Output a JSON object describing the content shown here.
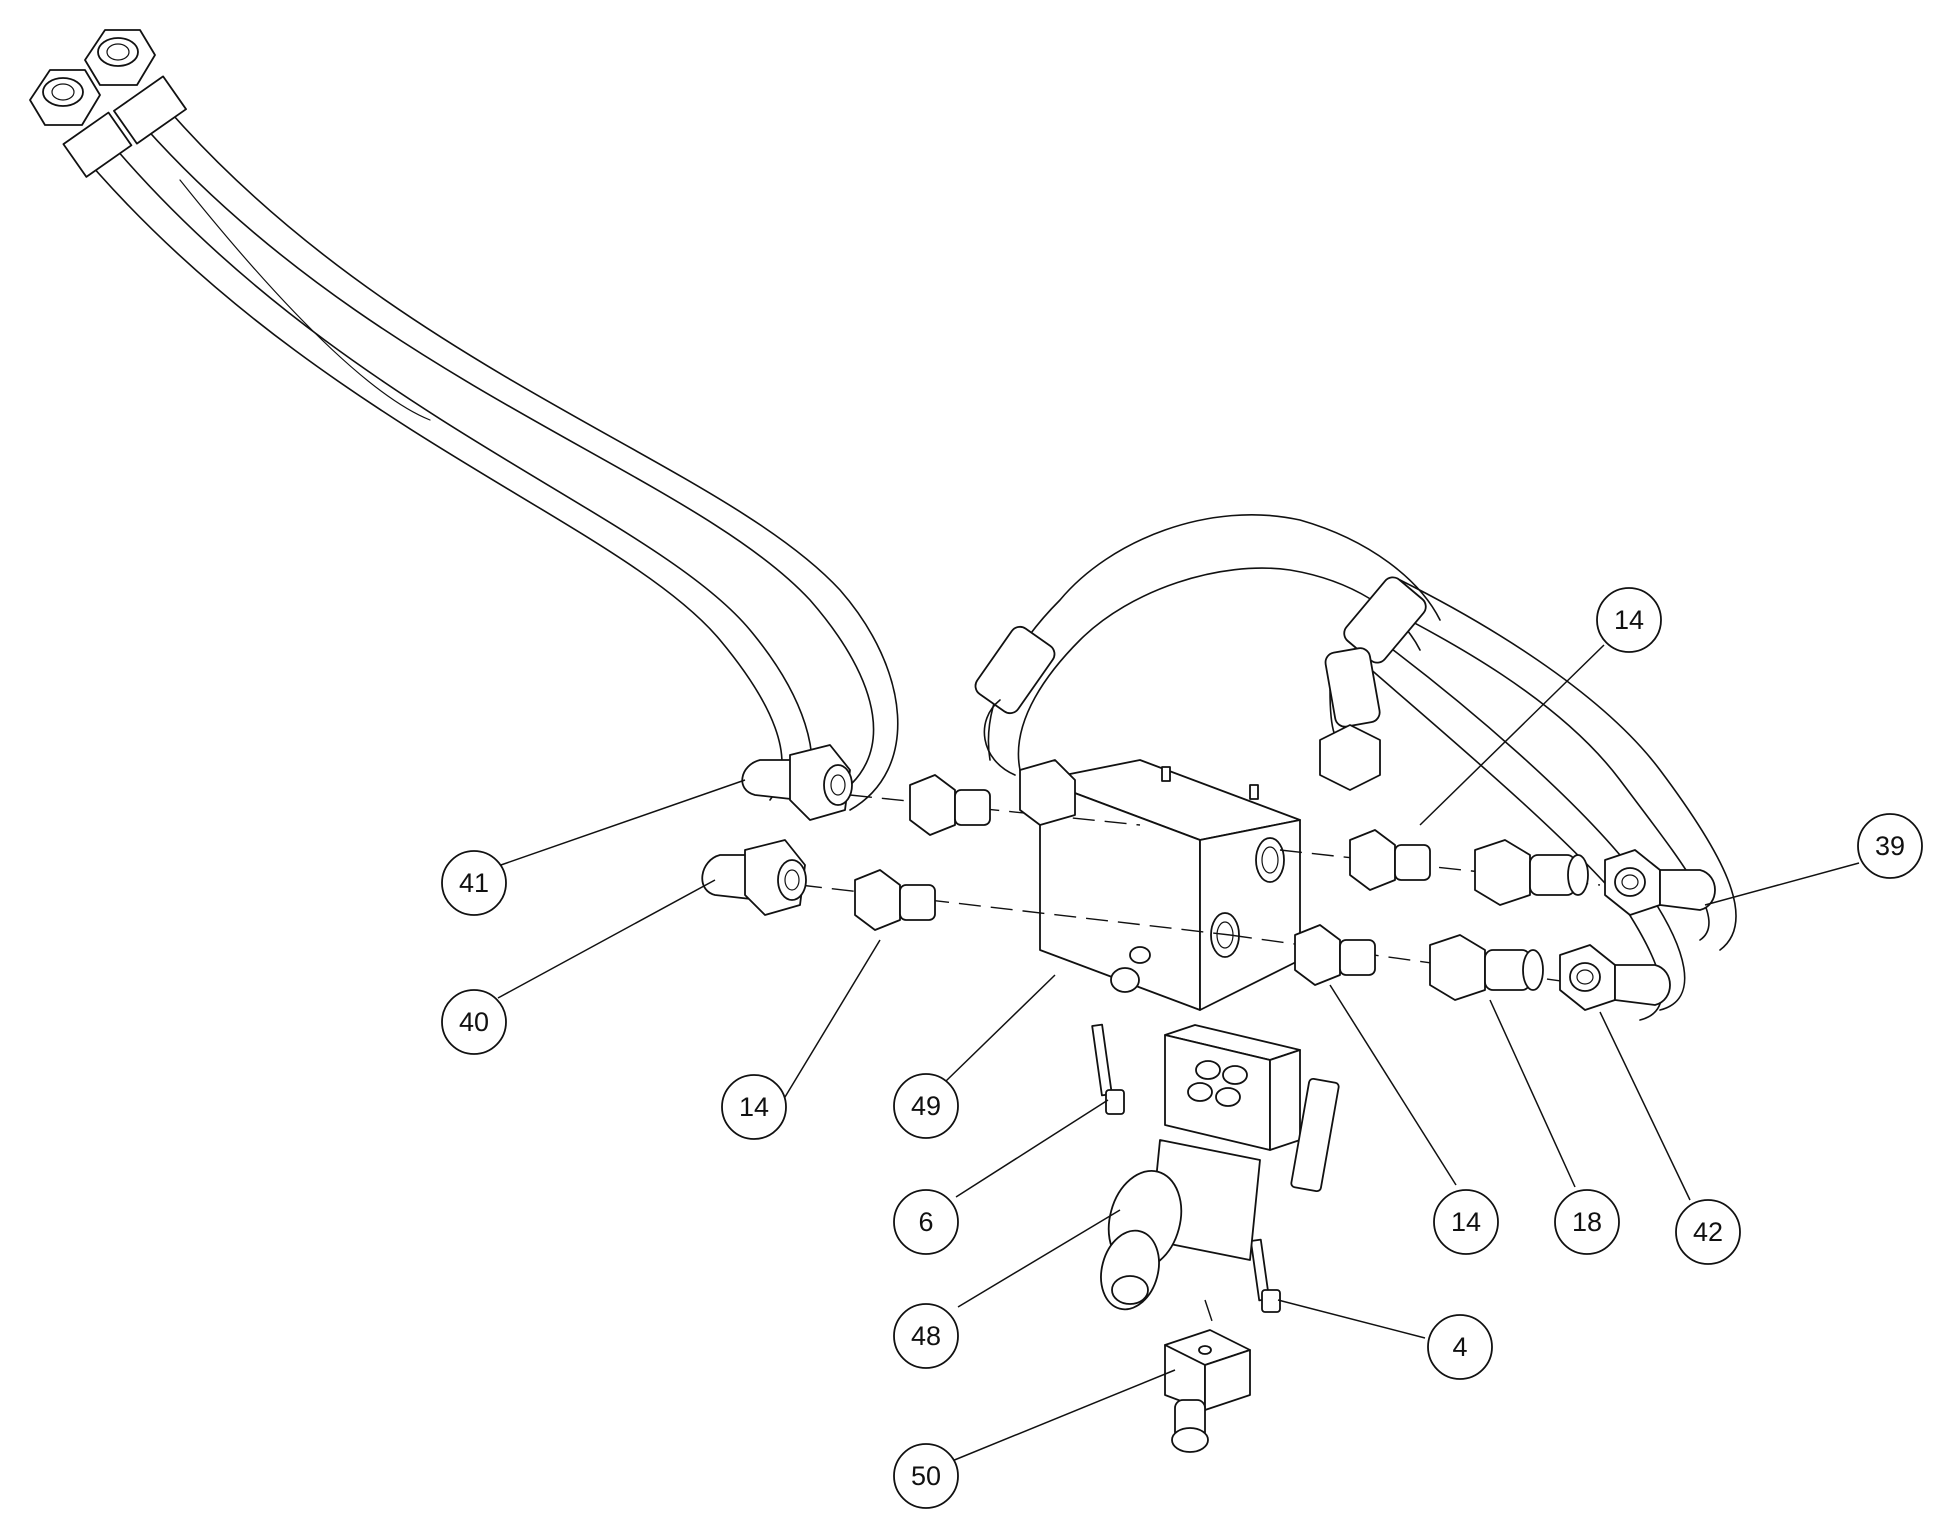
{
  "figure": {
    "callouts": [
      {
        "id": "c-14-top",
        "label": "14"
      },
      {
        "id": "c-39",
        "label": "39"
      },
      {
        "id": "c-41",
        "label": "41"
      },
      {
        "id": "c-40",
        "label": "40"
      },
      {
        "id": "c-14-left",
        "label": "14"
      },
      {
        "id": "c-49",
        "label": "49"
      },
      {
        "id": "c-14-mid",
        "label": "14"
      },
      {
        "id": "c-18",
        "label": "18"
      },
      {
        "id": "c-42",
        "label": "42"
      },
      {
        "id": "c-6",
        "label": "6"
      },
      {
        "id": "c-48",
        "label": "48"
      },
      {
        "id": "c-4",
        "label": "4"
      },
      {
        "id": "c-50",
        "label": "50"
      }
    ]
  }
}
